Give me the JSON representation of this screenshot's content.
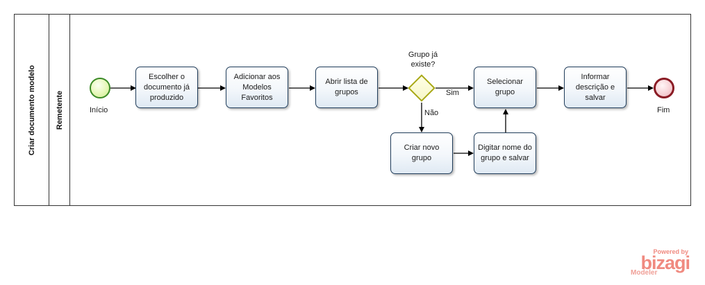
{
  "pool": {
    "title": "Criar documento modelo"
  },
  "lane": {
    "title": "Remetente"
  },
  "events": {
    "start": {
      "label": "Início",
      "color": "#3b8a26"
    },
    "end": {
      "label": "Fim",
      "color": "#8a1b24"
    }
  },
  "tasks": {
    "escolher": "Escolher o documento já produzido",
    "adicionar": "Adicionar aos Modelos Favoritos",
    "abrir": "Abrir lista de grupos",
    "selecionar": "Selecionar grupo",
    "informar": "Informar descrição e salvar",
    "criar": "Criar novo grupo",
    "digitar": "Digitar nome do grupo e salvar"
  },
  "gateway": {
    "question": "Grupo já existe?",
    "yes": "Sim",
    "no": "Não"
  },
  "watermark": {
    "powered_by": "Powered by",
    "brand": "bizagi",
    "product": "Modeler"
  }
}
